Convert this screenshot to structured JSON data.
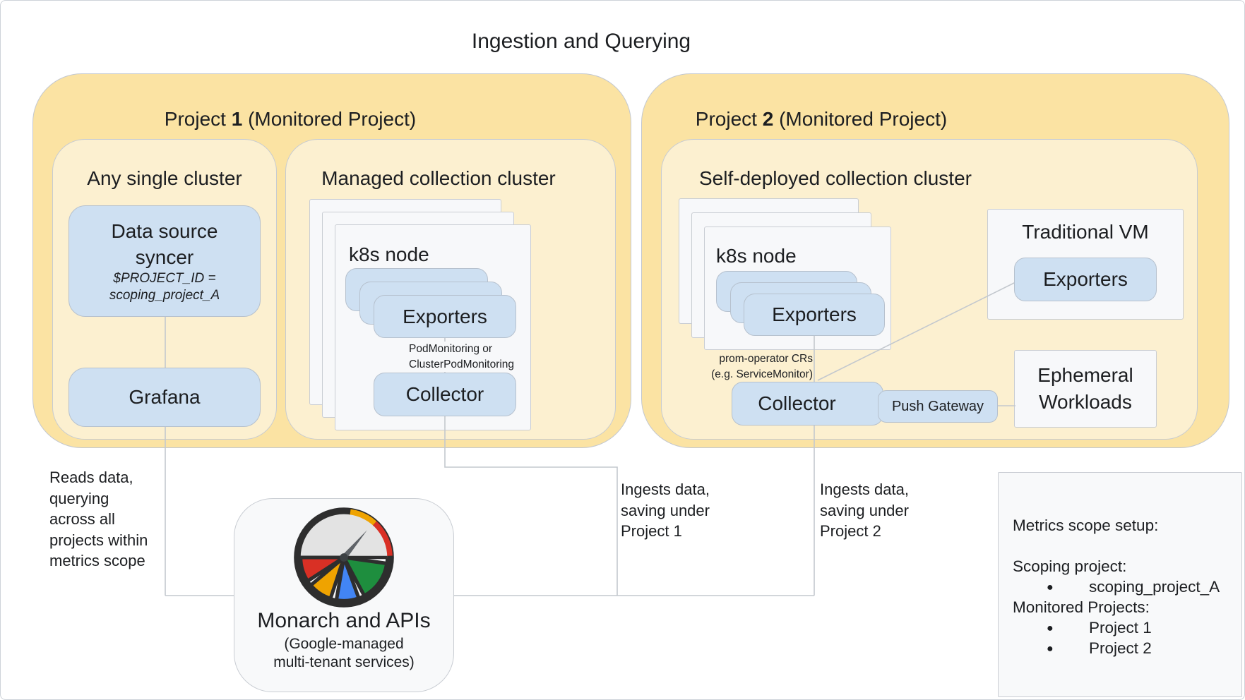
{
  "title": "Ingestion and Querying",
  "project1": {
    "name_pre": "Project ",
    "name_num": "1",
    "name_post": " (Monitored Project)",
    "any_cluster": {
      "title": "Any single cluster",
      "syncer": {
        "l1": "Data source",
        "l2": "syncer",
        "n1": "$PROJECT_ID =",
        "n2": "scoping_project_A"
      },
      "grafana": "Grafana"
    },
    "managed": {
      "title": "Managed collection cluster",
      "node": "k8s node",
      "exporters": "Exporters",
      "note1": "PodMonitoring or",
      "note2": "ClusterPodMonitoring",
      "collector": "Collector"
    }
  },
  "project2": {
    "name_pre": "Project ",
    "name_num": "2",
    "name_post": " (Monitored Project)",
    "self": {
      "title": "Self-deployed collection cluster",
      "node": "k8s node",
      "exporters": "Exporters",
      "note1": "prom-operator CRs",
      "note2": "(e.g. ServiceMonitor)",
      "collector": "Collector",
      "push_gateway": "Push Gateway"
    },
    "vm": {
      "title": "Traditional VM",
      "exporters": "Exporters"
    },
    "ephemeral": {
      "l1": "Ephemeral",
      "l2": "Workloads"
    }
  },
  "monarch": {
    "icon": "gauge-icon",
    "title": "Monarch and APIs",
    "sub1": "(Google-managed",
    "sub2": "multi-tenant services)"
  },
  "notes": {
    "reads": {
      "l1": "Reads data,",
      "l2": "querying",
      "l3": "across all",
      "l4": "projects within",
      "l5": "metrics scope"
    },
    "ingest1": {
      "l1": "Ingests data,",
      "l2": "saving under",
      "l3": "Project 1"
    },
    "ingest2": {
      "l1": "Ingests data,",
      "l2": "saving under",
      "l3": "Project 2"
    }
  },
  "metrics_scope": {
    "heading": "Metrics scope setup:",
    "scoping_label": "Scoping project:",
    "scoping_item": "scoping_project_A",
    "monitored_label": "Monitored Projects:",
    "item1": "Project 1",
    "item2": "Project 2"
  },
  "colors": {
    "outer_yellow": "#FBE3A3",
    "inner_yellow": "#FCF0D0",
    "box_blue": "#CEE0F2",
    "card_white": "#F7F8FA",
    "panel_gray": "#F8F9FA",
    "connector_line": "#c3c8ce",
    "gauge_red": "#D93025",
    "gauge_gold": "#EFA300",
    "gauge_green": "#1E8E3E",
    "gauge_blue": "#4285F4",
    "gauge_ring": "#2E2E2E"
  }
}
